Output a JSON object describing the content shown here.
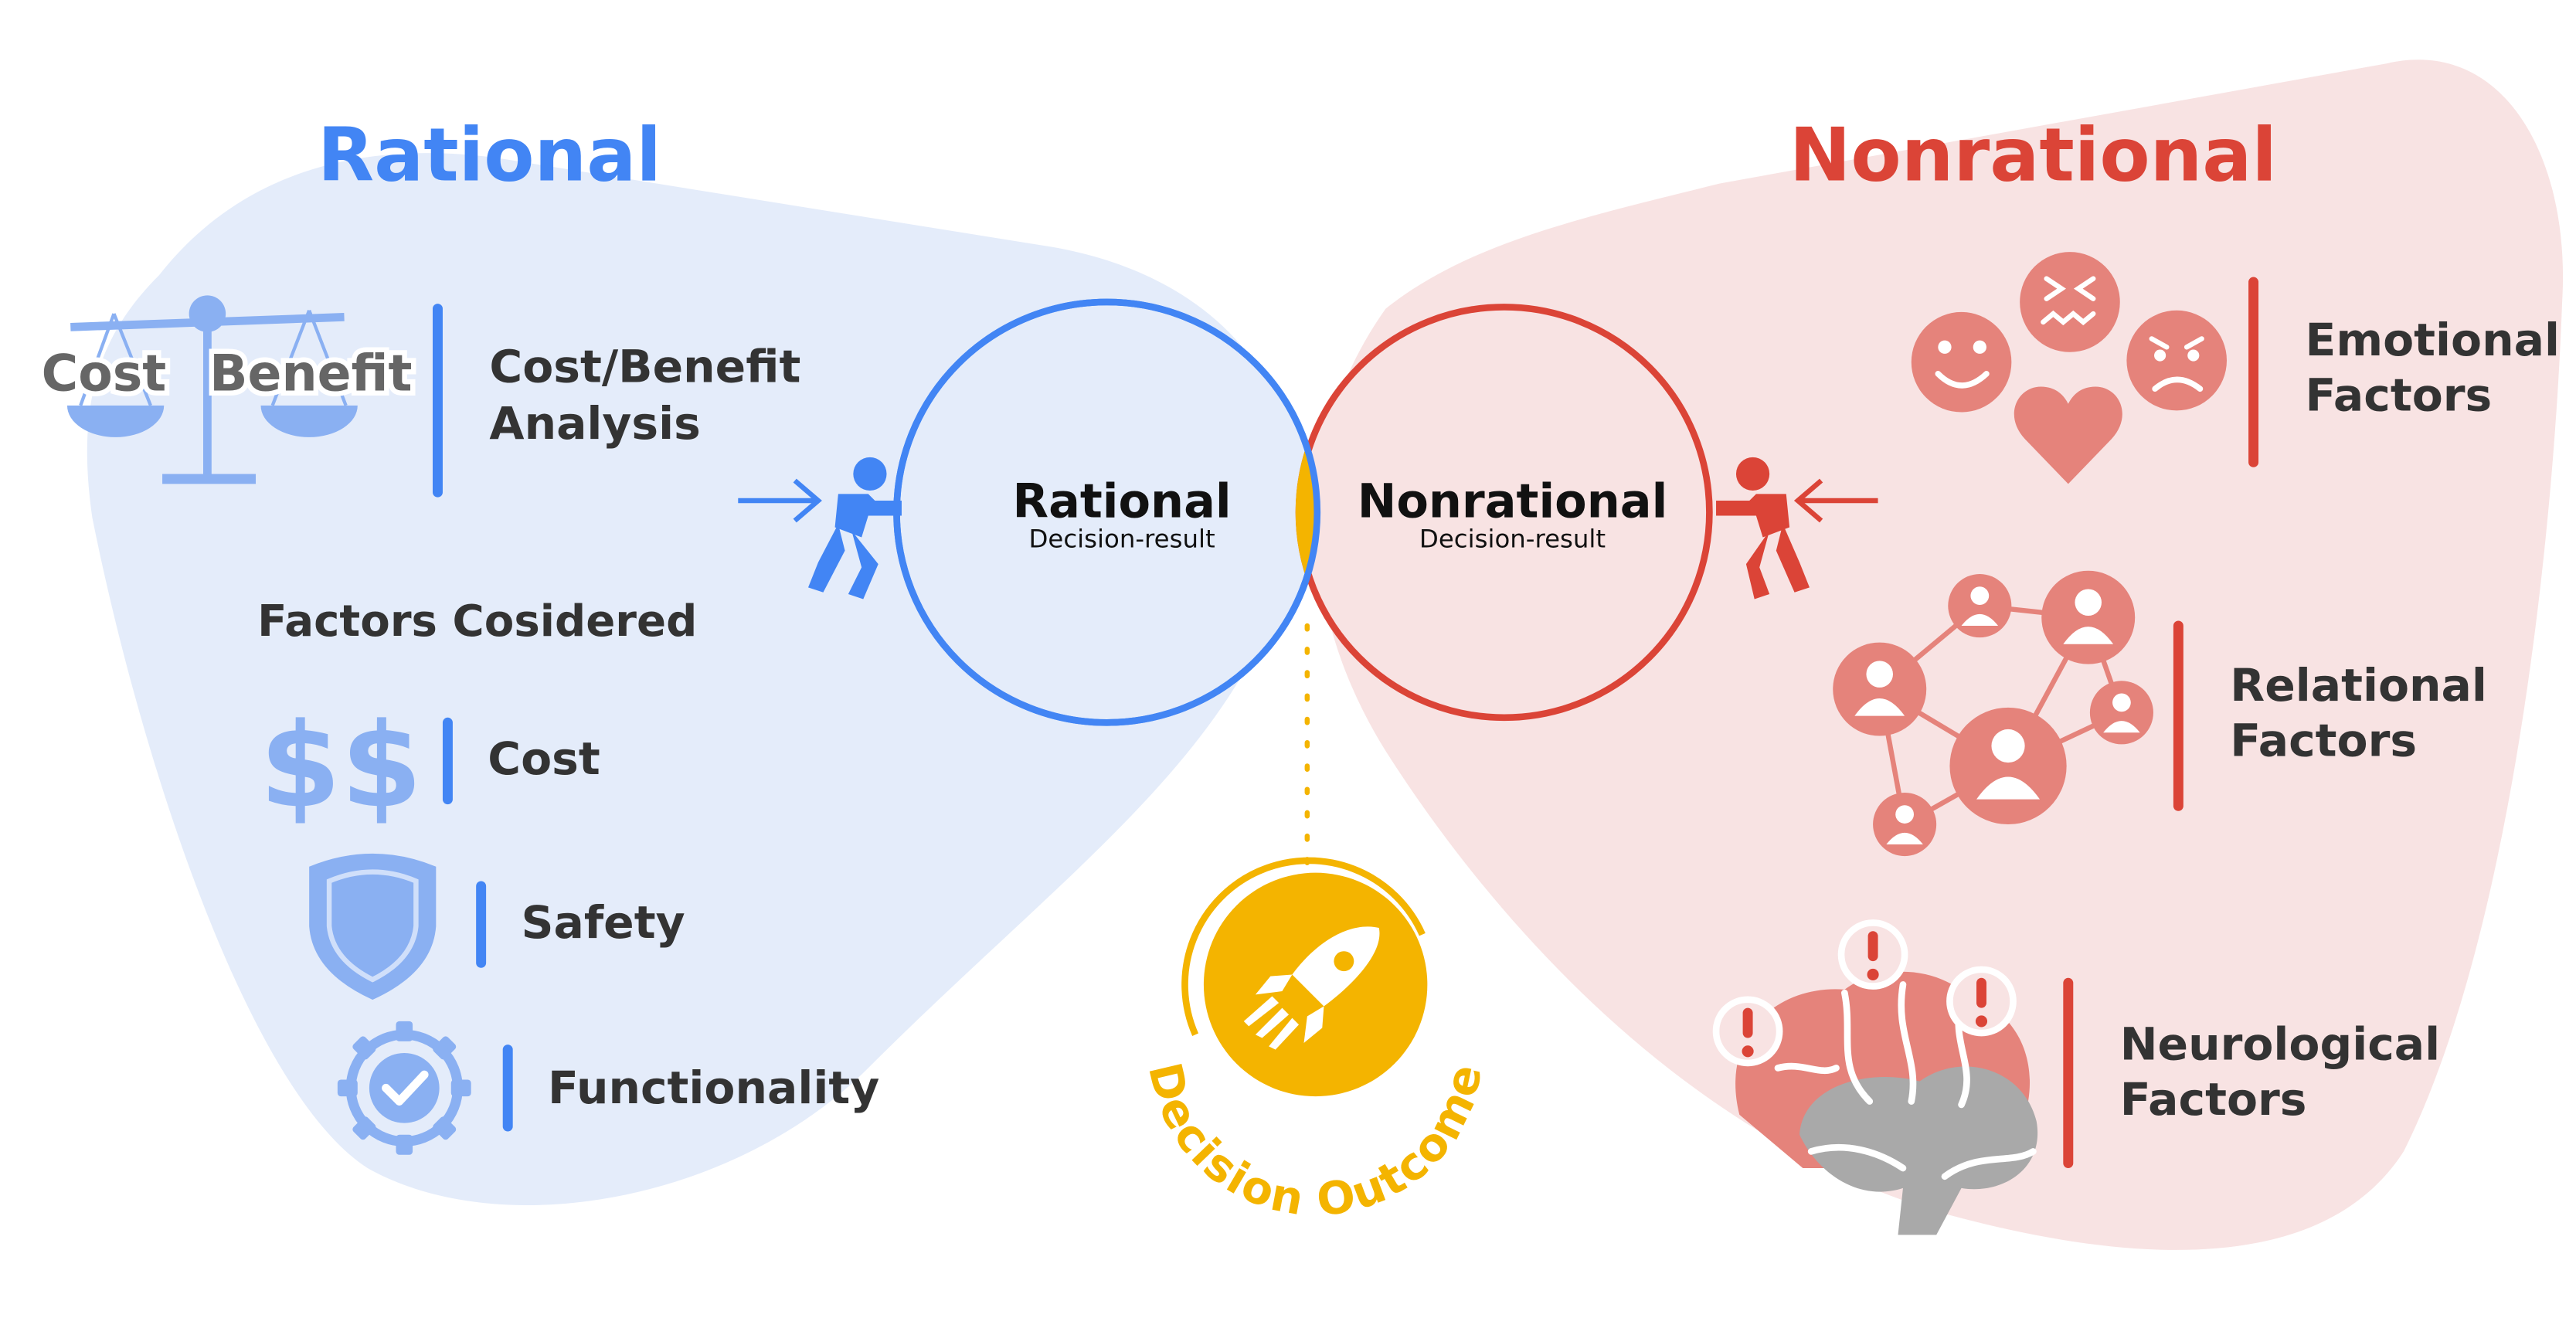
{
  "colors": {
    "rational": "#4285f4",
    "rational_light": "#e4ecfa",
    "rational_icon": "#8ab0f2",
    "nonrational": "#db4437",
    "nonrational_light": "#f8e3e3",
    "nonrational_icon": "#e5837b",
    "outcome": "#f4b400",
    "text_dark": "#333333",
    "scale_text": "#666666",
    "brain_gray": "#a9a9a9"
  },
  "rational": {
    "title": "Rational",
    "scale_left_label": "Cost",
    "scale_right_label": "Benefit",
    "analysis_line1": "Cost/Benefit",
    "analysis_line2": "Analysis",
    "factors_heading": "Factors Cosidered",
    "cost_symbol": "$$",
    "factors": [
      "Cost",
      "Safety",
      "Functionality"
    ],
    "circle_title": "Rational",
    "circle_subtitle": "Decision-result"
  },
  "nonrational": {
    "title": "Nonrational",
    "circle_title": "Nonrational",
    "circle_subtitle": "Decision-result",
    "emotional_line1": "Emotional",
    "emotional_line2": "Factors",
    "relational_line1": "Relational",
    "relational_line2": "Factors",
    "neurological_line1": "Neurological",
    "neurological_line2": "Factors"
  },
  "outcome": {
    "label": "Decision Outcome"
  },
  "icons": [
    "balance-scale-icon",
    "dollar-icon",
    "shield-icon",
    "gear-check-icon",
    "pushing-person-icon",
    "smile-icon",
    "angry-face-icon",
    "frown-face-icon",
    "heart-icon",
    "people-network-icon",
    "brain-icon",
    "exclamation-icon",
    "rocket-icon"
  ]
}
